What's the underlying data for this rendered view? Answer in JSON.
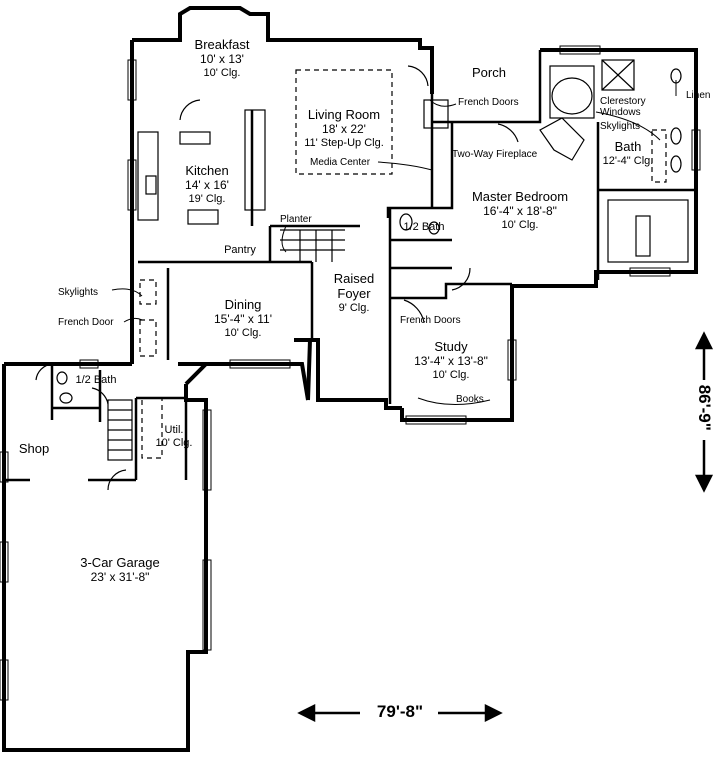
{
  "rooms": {
    "breakfast": {
      "name": "Breakfast",
      "dims": "10' x 13'",
      "ceiling": "10' Clg."
    },
    "living": {
      "name": "Living Room",
      "dims": "18' x 22'",
      "ceiling": "11' Step-Up Clg."
    },
    "porch": {
      "name": "Porch"
    },
    "kitchen": {
      "name": "Kitchen",
      "dims": "14' x 16'",
      "ceiling": "19' Clg."
    },
    "pantry": {
      "name": "Pantry"
    },
    "dining": {
      "name": "Dining",
      "dims": "15'-4\" x 11'",
      "ceiling": "10' Clg."
    },
    "foyer": {
      "name": "Raised",
      "name2": "Foyer",
      "ceiling": "9' Clg."
    },
    "master": {
      "name": "Master Bedroom",
      "dims": "16'-4\" x 18'-8\"",
      "ceiling": "10' Clg."
    },
    "bath": {
      "name": "Bath",
      "ceiling": "12'-4\" Clg."
    },
    "half_bath_center": {
      "name": "1/2 Bath"
    },
    "study": {
      "name": "Study",
      "dims": "13'-4\" x 13'-8\"",
      "ceiling": "10' Clg."
    },
    "half_bath_left": {
      "name": "1/2 Bath"
    },
    "util": {
      "name": "Util.",
      "ceiling": "10' Clg."
    },
    "shop": {
      "name": "Shop"
    },
    "garage": {
      "name": "3-Car Garage",
      "dims": "23' x 31'-8\""
    }
  },
  "callouts": {
    "french_doors_porch": "French Doors",
    "media_center": "Media Center",
    "two_way_fireplace": "Two-Way Fireplace",
    "clerestory": "Clerestory",
    "windows": "Windows",
    "skylights_bath": "Skylights",
    "linen": "Linen",
    "planter": "Planter",
    "skylights_left": "Skylights",
    "french_door_left": "French Door",
    "french_doors_study": "French Doors",
    "books": "Books"
  },
  "dimensions": {
    "width": "79'-8\"",
    "depth": "86'-9\""
  }
}
